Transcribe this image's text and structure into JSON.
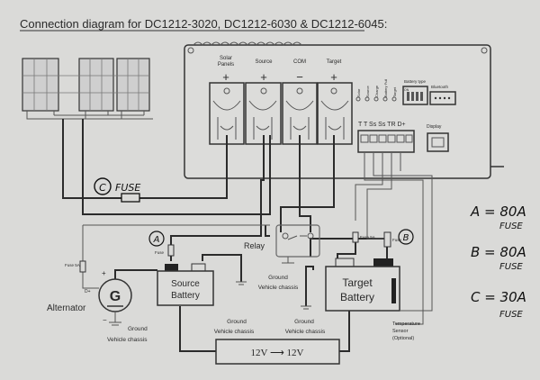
{
  "title": "Connection diagram for DC1212-3020, DC1212-6030 & DC1212-6045:",
  "controller": {
    "terminals": [
      {
        "label_line1": "Solar",
        "label_line2": "Panels",
        "sign": "+"
      },
      {
        "label_line1": "Source",
        "label_line2": "",
        "sign": "+"
      },
      {
        "label_line1": "COM",
        "label_line2": "",
        "sign": "−"
      },
      {
        "label_line1": "Target",
        "label_line2": "",
        "sign": "+"
      }
    ],
    "leds": [
      "Solar",
      "Source",
      "Charge",
      "Battery Full",
      "Target"
    ],
    "battery_type_label": "Battery type",
    "dip_on_label": "ON",
    "bluetooth_label": "Bluetooth",
    "terminal_strip_label": "T  T Ss Ss TR D+",
    "display_label": "Display"
  },
  "components": {
    "fuse_c_marker": "C",
    "fuse_c_label": "FUSE",
    "fuse_a_marker": "A",
    "fuse_a_label": "Fuse",
    "fuse_b_marker": "B",
    "fuse_b_label": "Fuse",
    "fuse_5a_left": "Fuse 5A",
    "fuse_5a_right": "Fuse 5A",
    "relay_label": "Relay",
    "alternator_symbol": "G",
    "alternator_label": "Alternator",
    "alternator_dplus": "D+",
    "alternator_plus": "+",
    "alternator_minus": "−",
    "source_battery_line1": "Source",
    "source_battery_line2": "Battery",
    "target_battery_line1": "Target",
    "target_battery_line2": "Battery",
    "ground_line1": "Ground",
    "ground_line2": "Vehicle chassis",
    "temp_sensor": [
      "Temperature",
      "Sensor",
      "(Optional)"
    ],
    "converter_label": "12V  ⟶  12V"
  },
  "handwritten_notes": [
    {
      "line1": "A = 80A",
      "line2": "FUSE"
    },
    {
      "line1": "B = 80A",
      "line2": "FUSE"
    },
    {
      "line1": "C = 30A",
      "line2": "FUSE"
    }
  ]
}
